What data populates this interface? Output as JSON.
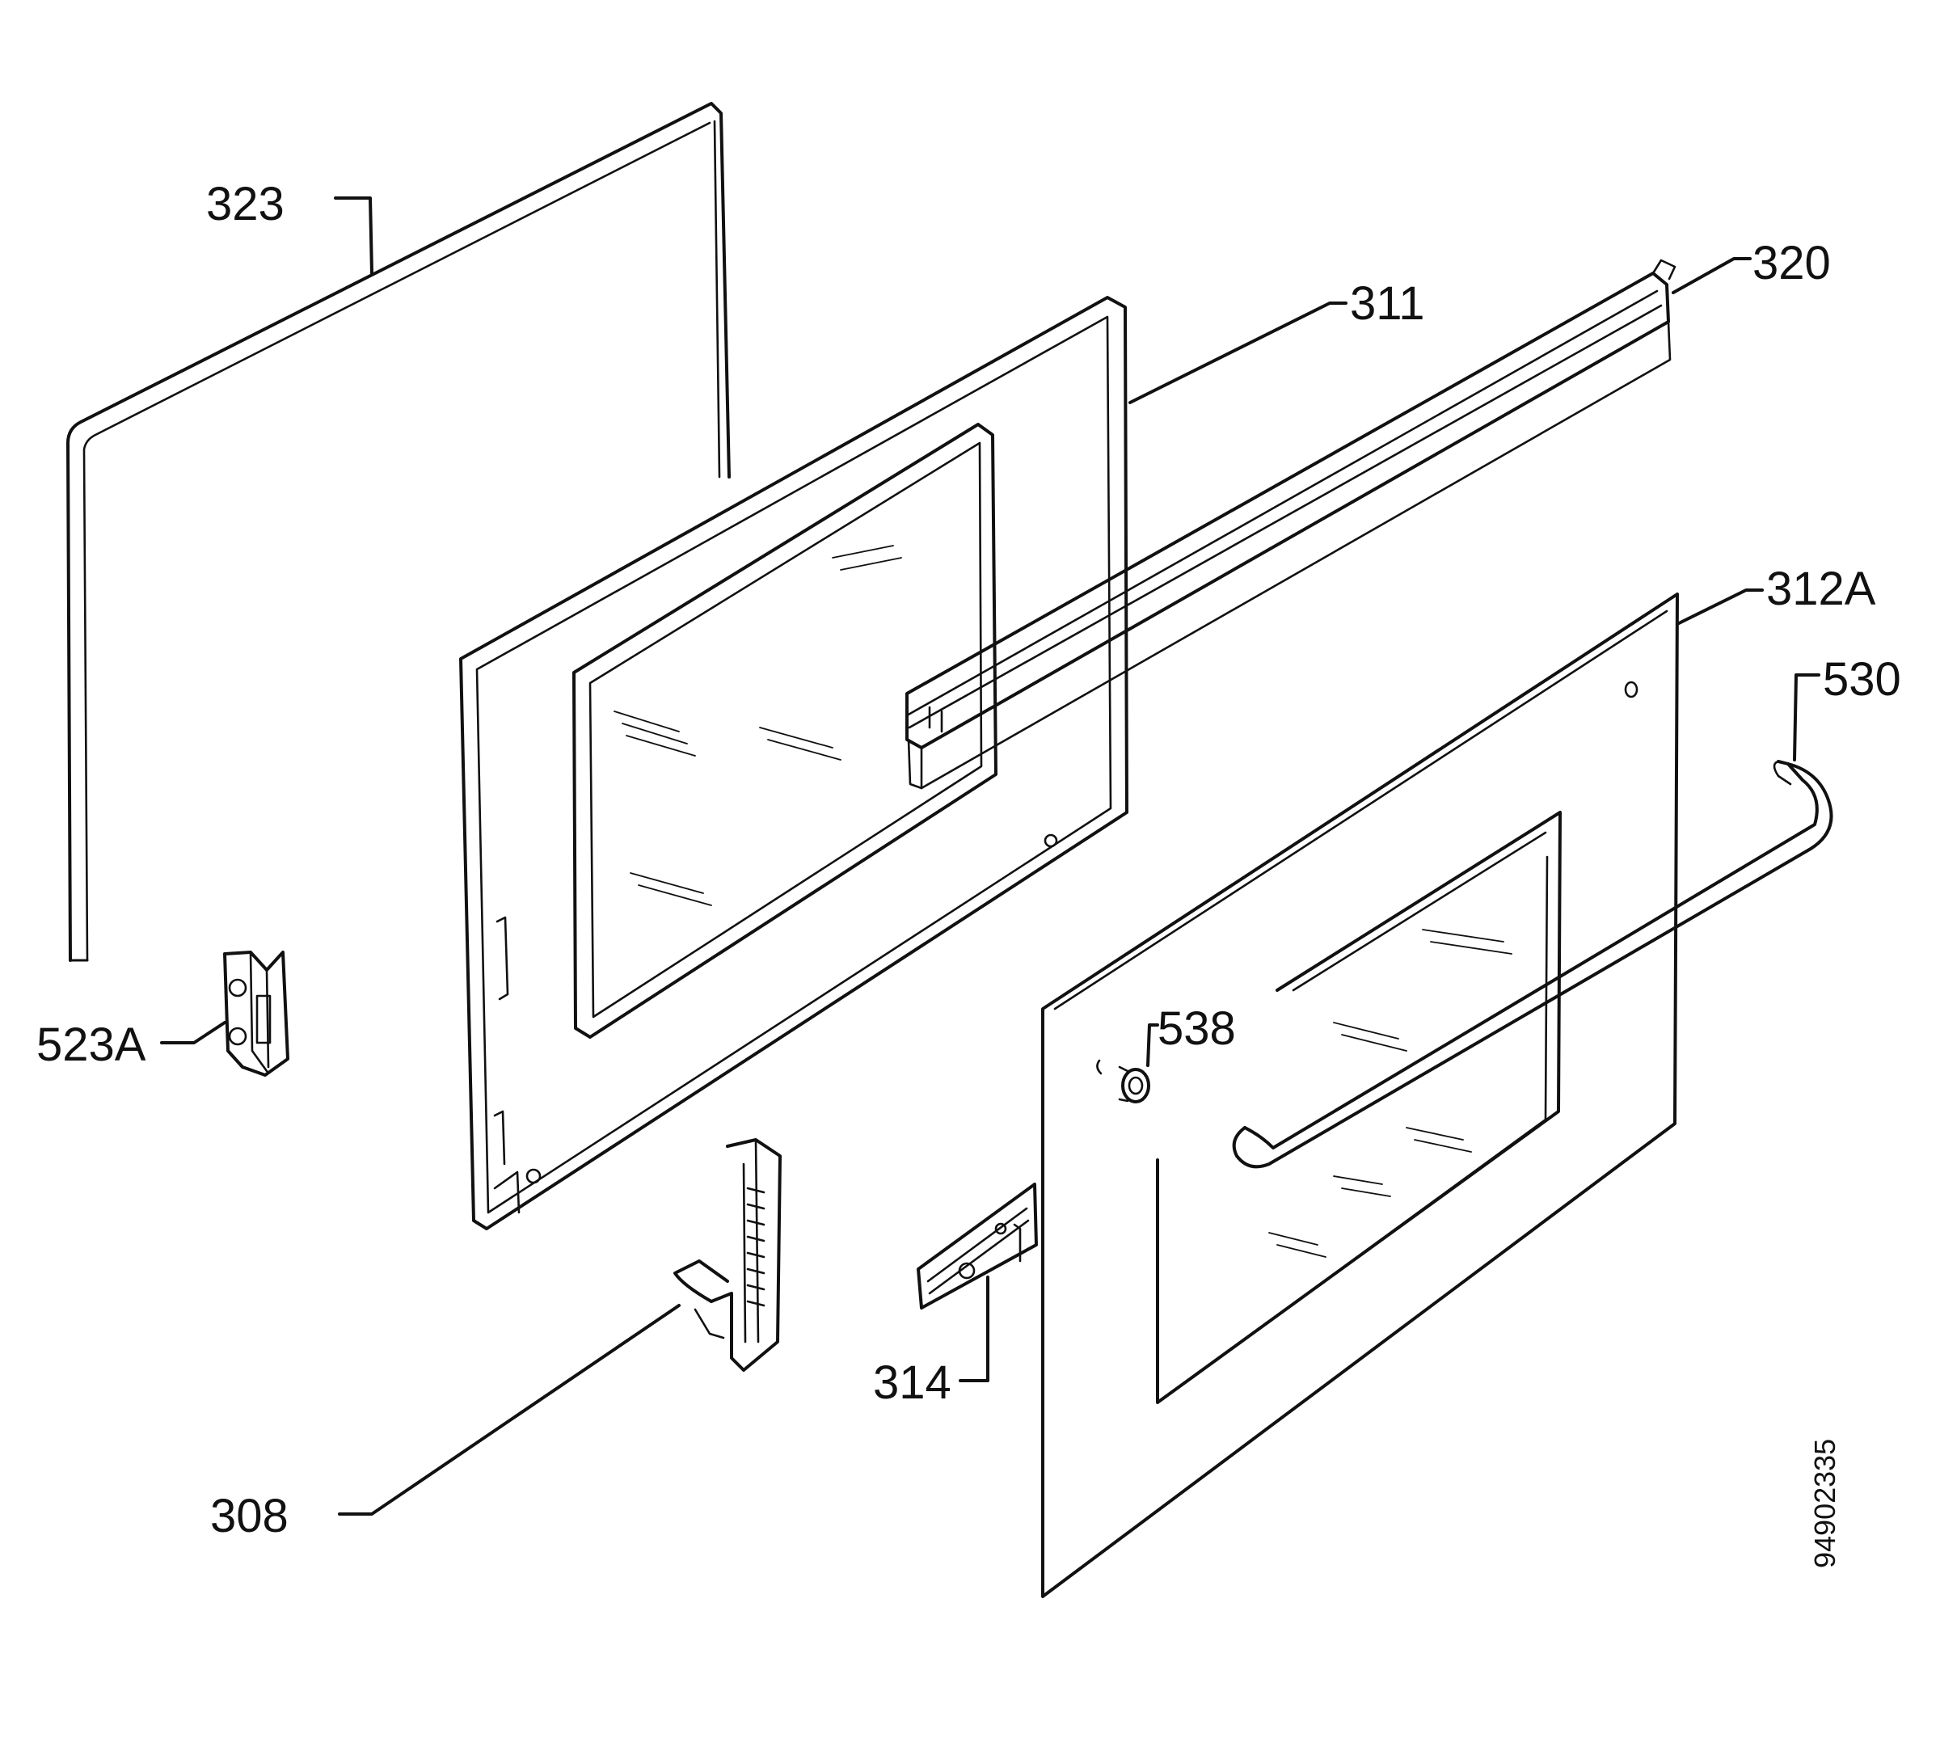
{
  "labels": {
    "p323": "323",
    "p311": "311",
    "p320": "320",
    "p312a": "312A",
    "p530": "530",
    "p523a": "523A",
    "p538": "538",
    "p314": "314",
    "p308": "308"
  },
  "document_number": "94902335"
}
